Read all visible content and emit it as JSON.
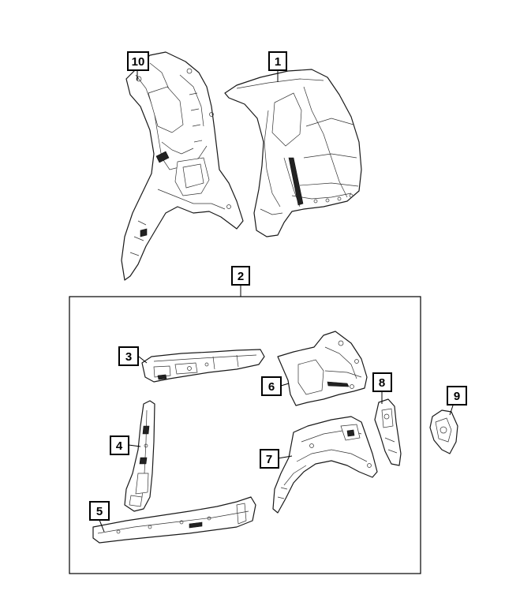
{
  "callouts": [
    {
      "id": "callout-10",
      "label": "10"
    },
    {
      "id": "callout-1",
      "label": "1"
    },
    {
      "id": "callout-2",
      "label": "2"
    },
    {
      "id": "callout-3",
      "label": "3"
    },
    {
      "id": "callout-6",
      "label": "6"
    },
    {
      "id": "callout-8",
      "label": "8"
    },
    {
      "id": "callout-9",
      "label": "9"
    },
    {
      "id": "callout-4",
      "label": "4"
    },
    {
      "id": "callout-7",
      "label": "7"
    },
    {
      "id": "callout-5",
      "label": "5"
    }
  ],
  "colors": {
    "line": "#000000",
    "background": "#ffffff"
  }
}
